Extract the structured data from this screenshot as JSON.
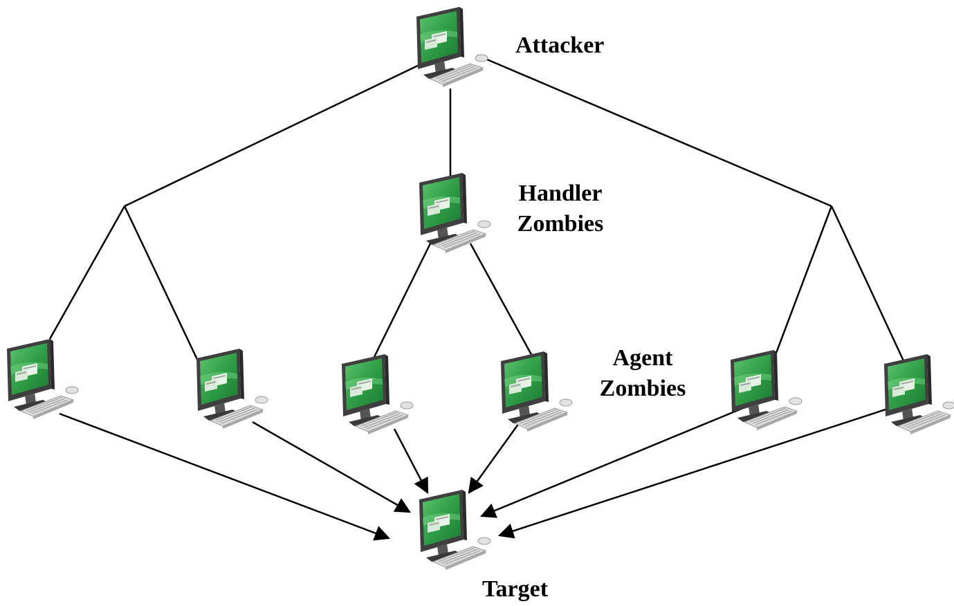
{
  "labels": {
    "attacker": "Attacker",
    "handler_line1": "Handler",
    "handler_line2": "Zombies",
    "agent_line1": "Agent",
    "agent_line2": "Zombies",
    "target": "Target"
  },
  "icons": {
    "computer": "computer-icon"
  },
  "colors": {
    "screen": "#35a84c",
    "screen_dark": "#1d7a33",
    "monitor": "#4d4d4d",
    "line": "#000000"
  }
}
